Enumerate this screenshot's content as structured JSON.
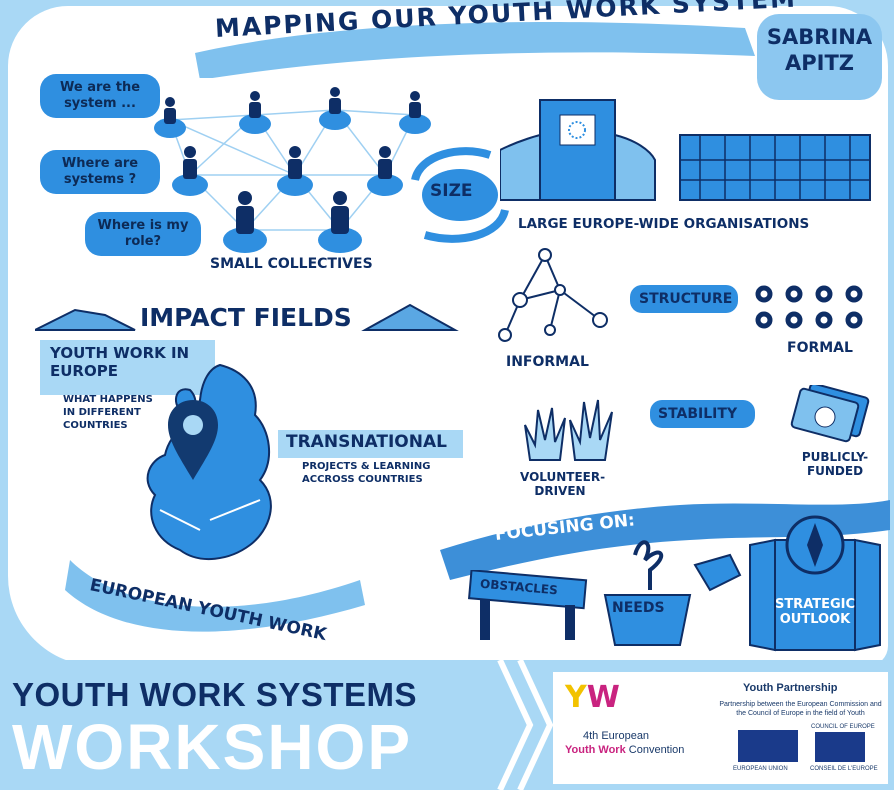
{
  "title": "MAPPING OUR YOUTH WORK SYSTEM",
  "author": {
    "line1": "SABRINA",
    "line2": "APITZ"
  },
  "questions": [
    "We are the system ...",
    "Where are systems ?",
    "Where is my role?"
  ],
  "small_collectives": "SMALL COLLECTIVES",
  "size": "SIZE",
  "large_orgs": "LARGE EUROPE-WIDE ORGANISATIONS",
  "structure": {
    "label": "STRUCTURE",
    "informal": "INFORMAL",
    "formal": "FORMAL"
  },
  "stability": {
    "label": "STABILITY",
    "volunteer": "VOLUNTEER-DRIVEN",
    "public": "PUBLICLY-FUNDED"
  },
  "impact": {
    "title": "IMPACT FIELDS",
    "yw_europe": "YOUTH WORK IN EUROPE",
    "yw_europe_sub": "WHAT HAPPENS IN DIFFERENT COUNTRIES",
    "transnational": "TRANSNATIONAL",
    "transnational_sub": "PROJECTS & LEARNING ACCROSS COUNTRIES",
    "european": "EUROPEAN YOUTH WORK"
  },
  "focusing": {
    "label": "FOCUSING ON:",
    "obstacles": "OBSTACLES",
    "needs": "NEEDS",
    "strategic": "STRATEGIC OUTLOOK"
  },
  "footer": {
    "line1": "YOUTH WORK SYSTEMS",
    "line2": "WORKSHOP"
  },
  "logos": {
    "convention_line1": "4th European",
    "convention_line2a": "Youth Work",
    "convention_line2b": "Convention",
    "partnership_title": "Youth Partnership",
    "partnership_sub": "Partnership between the European Commission and the Council of Europe in the field of Youth",
    "eu": "EUROPEAN UNION",
    "coe": "CONSEIL DE L'EUROPE",
    "coe_top": "COUNCIL OF EUROPE"
  },
  "colors": {
    "dark_blue": "#0e2e66",
    "mid_blue": "#2f8fe0",
    "light_blue": "#a9d8f5"
  }
}
